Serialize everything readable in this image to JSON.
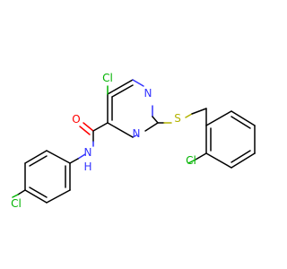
{
  "molecule": {
    "colors": {
      "carbon_bond": "#000000",
      "nitrogen": "#3333ff",
      "chlorine": "#00b300",
      "oxygen": "#ff0000",
      "sulfur": "#b3b300"
    },
    "atom_labels": {
      "cl_pyrimidine": "Cl",
      "n_top": "N",
      "n_lower": "N",
      "oxygen": "O",
      "sulfur": "S",
      "amide_n": "N",
      "amide_h": "H",
      "cl_benzyl": "Cl",
      "cl_phenyl": "Cl"
    }
  }
}
